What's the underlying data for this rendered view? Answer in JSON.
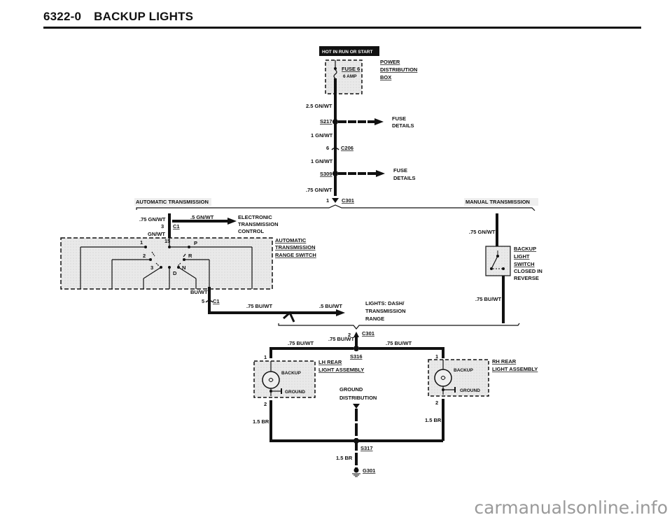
{
  "header": {
    "section_number": "6322-0",
    "title": "BACKUP LIGHTS"
  },
  "power": {
    "banner": "HOT IN RUN OR START",
    "fuse_label": "FUSE 6",
    "fuse_rating": "6 AMP",
    "box_label": [
      "POWER",
      "DISTRIBUTION",
      "BOX"
    ]
  },
  "feed": {
    "wire1": "2.5 GN/WT",
    "splice1": "S217",
    "fuse_details_1": [
      "FUSE",
      "DETAILS"
    ],
    "wire2": "1 GN/WT",
    "conn_c206_pin": "6",
    "conn_c206": "C206",
    "wire3": "1 GN/WT",
    "splice2": "S309",
    "fuse_details_2": [
      "FUSE",
      "DETAILS"
    ],
    "wire4": ".75 GN/WT",
    "conn_c301_pin": "1",
    "conn_c301": "C301"
  },
  "automatic": {
    "section_label": "AUTOMATIC TRANSMISSION",
    "wire_in": ".75 GN/WT",
    "wire_etc": ".5 GN/WT",
    "etc_label": [
      "ELECTRONIC",
      "TRANSMISSION",
      "CONTROL"
    ],
    "conn_pin": "3",
    "conn": "C1",
    "wire_switch": "GN/WT",
    "switch_label": [
      "AUTOMATIC",
      "TRANSMISSION",
      "RANGE SWITCH"
    ],
    "pin_15": "15",
    "positions": [
      "1",
      "2",
      "3",
      "D",
      "N",
      "R",
      "P"
    ],
    "wire_out": "BU/WT",
    "conn_out_pin": "5",
    "conn_out": "C1",
    "wire_out2": ".75 BU/WT",
    "wire_dash": ".5 BU/WT",
    "dash_label": [
      "LIGHTS: DASH/",
      "TRANSMISSION",
      "RANGE"
    ]
  },
  "manual": {
    "section_label": "MANUAL TRANSMISSION",
    "wire_in": ".75 GN/WT",
    "switch_label": [
      "BACKUP",
      "LIGHT",
      "SWITCH"
    ],
    "switch_note": [
      "CLOSED IN",
      "REVERSE"
    ],
    "wire_out": ".75 BU/WT"
  },
  "rear": {
    "conn_pin": "2",
    "conn": "C301",
    "wire_center": ".75 BU/WT",
    "wire_left": ".75 BU/WT",
    "wire_right": ".75 BU/WT",
    "splice": "S316",
    "lh_label": [
      "LH REAR",
      "LIGHT ASSEMBLY"
    ],
    "rh_label": [
      "RH REAR",
      "LIGHT ASSEMBLY"
    ],
    "lamp_label": "BACKUP",
    "ground_label": "GROUND",
    "pin_in": "1",
    "pin_out": "2",
    "wire_ground": "1.5 BR",
    "ground_dist": [
      "GROUND",
      "DISTRIBUTION"
    ],
    "splice_ground": "S317",
    "wire_ground_main": "1.5 BR",
    "ground_point": "G301"
  },
  "watermark": "carmanualsonline.info"
}
